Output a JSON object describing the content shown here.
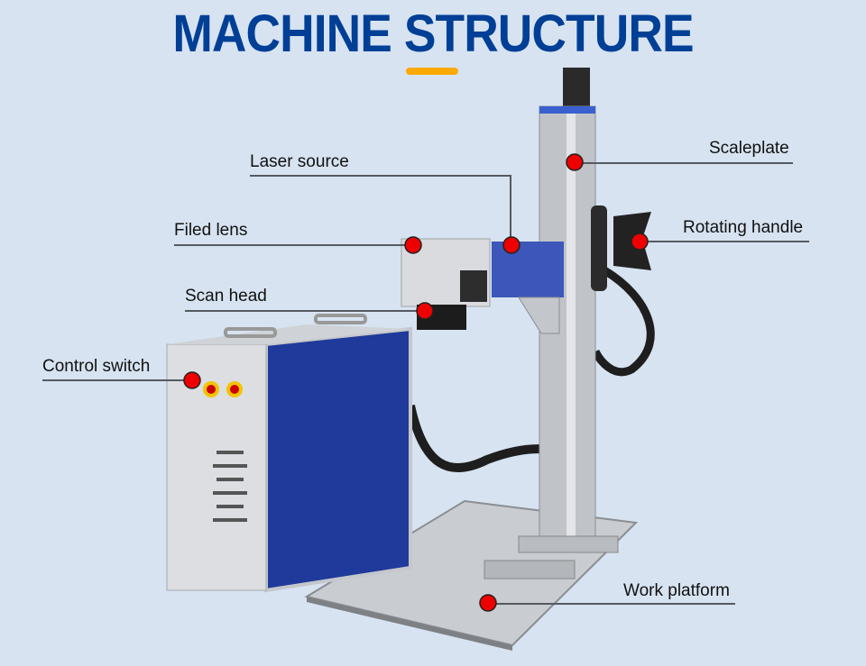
{
  "title": "MACHINE STRUCTURE",
  "colors": {
    "title": "#003f96",
    "accent": "#fdaa00",
    "marker": "#ee0000",
    "background": "#d7e3f1"
  },
  "labels": {
    "laser_source": "Laser source",
    "filed_lens": "Filed lens",
    "scan_head": "Scan head",
    "control_switch": "Control switch",
    "scaleplate": "Scaleplate",
    "rotating_handle": "Rotating handle",
    "work_platform": "Work platform"
  }
}
